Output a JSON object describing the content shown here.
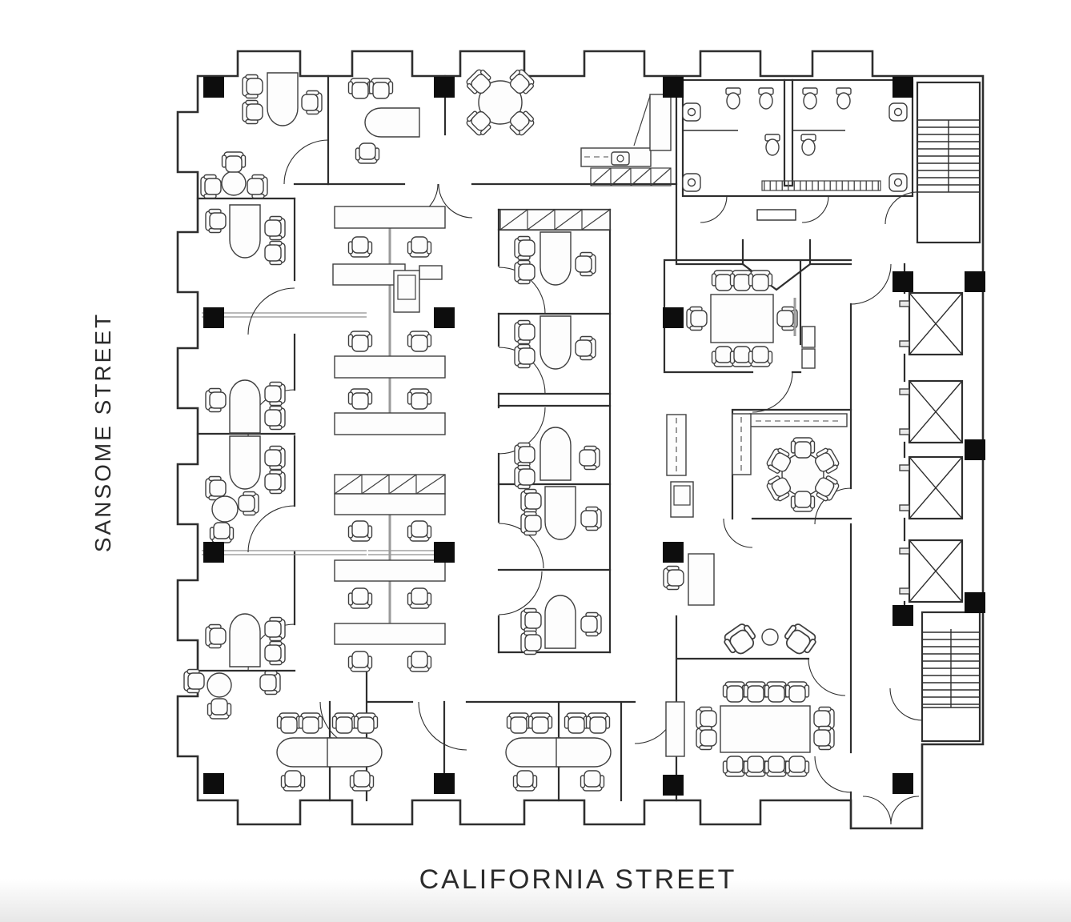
{
  "street_labels": {
    "west": "SANSOME STREET",
    "south": "CALIFORNIA STREET"
  },
  "palette": {
    "background": "#ffffff",
    "walls": "#2e2e2e",
    "core_fill": "#d5d5d5",
    "column_fill": "#0d0d0d",
    "furniture_stroke": "#3f3f3f",
    "glass_partition": "#8f8f8f",
    "label_text": "#2b2b2b"
  },
  "plan_summary": {
    "type": "office floor plan",
    "corner": "Sansome Street & California Street",
    "areas": [
      {
        "id": "conference-room-large",
        "label": "Conference Room",
        "seats": 12
      },
      {
        "id": "conference-room-medium",
        "label": "Conference Room",
        "seats": 8
      },
      {
        "id": "break-room",
        "label": "Break Room Table",
        "seats": 6
      },
      {
        "id": "lounge-table",
        "label": "Lounge Table",
        "seats": 4
      },
      {
        "id": "workstation-clusters",
        "label": "Open Workstations",
        "clusters": 2
      },
      {
        "id": "private-offices",
        "label": "Private Offices",
        "desks": 15
      },
      {
        "id": "restrooms",
        "label": "Restrooms",
        "count": 2
      },
      {
        "id": "elevators",
        "label": "Elevators",
        "count": 4
      },
      {
        "id": "stairs",
        "label": "Stairwells",
        "count": 2
      }
    ]
  }
}
